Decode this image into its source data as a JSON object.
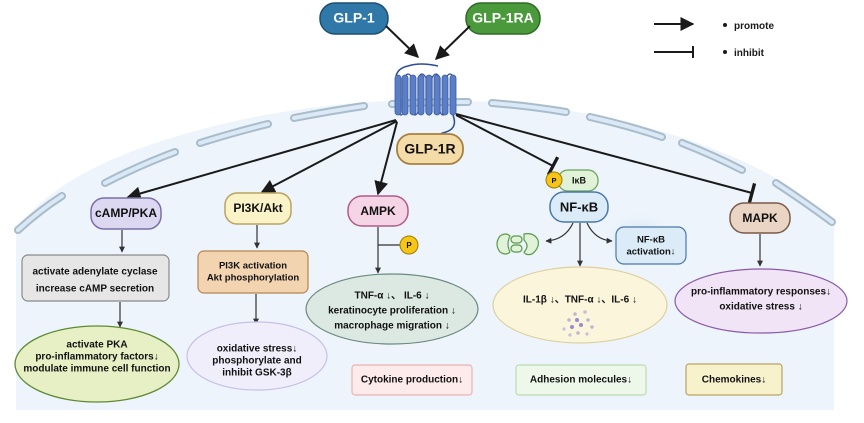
{
  "ligands": [
    {
      "id": "glp1",
      "label": "GLP-1",
      "fill": "#2f78a8",
      "stroke": "#1e4f70"
    },
    {
      "id": "glp1ra",
      "label": "GLP-1RA",
      "fill": "#4a9a3c",
      "stroke": "#2e6a25"
    }
  ],
  "receptor": {
    "label": "GLP-1R",
    "fill": "#f3dca8",
    "stroke": "#a8803c",
    "helix_color": "#5b7fc7"
  },
  "legend": {
    "items": [
      {
        "type": "promote",
        "label": "promote"
      },
      {
        "type": "inhibit",
        "label": "inhibit"
      }
    ]
  },
  "pathways": [
    {
      "id": "camp",
      "label": "cAMP/PKA",
      "relation": "promote",
      "fill": "#ddd8f2",
      "stroke": "#7b6ea8",
      "step": {
        "lines": [
          "activate adenylate cyclase",
          "increase cAMP secretion"
        ],
        "fill": "#e6e6e6",
        "stroke": "#8a8a8a"
      },
      "outcome": {
        "lines": [
          "activate PKA",
          "pro-inflammatory factors↓",
          "modulate immune cell function"
        ],
        "fill": "#e6f0c4",
        "stroke": "#5f8a34"
      }
    },
    {
      "id": "pi3k",
      "label": "PI3K/Akt",
      "relation": "promote",
      "fill": "#faf3c8",
      "stroke": "#b8a460",
      "step": {
        "lines": [
          "PI3K activation",
          "Akt phosphorylation"
        ],
        "fill": "#f3d4b0",
        "stroke": "#b58450"
      },
      "outcome": {
        "lines": [
          "oxidative stress↓",
          "phosphorylate and",
          "inhibit GSK-3β"
        ],
        "fill": "#f1eefb",
        "stroke": "#c6c0e6"
      }
    },
    {
      "id": "ampk",
      "label": "AMPK",
      "relation": "promote",
      "fill": "#f5d4e6",
      "stroke": "#b05a8a",
      "phospho": "P",
      "outcome": {
        "lines": [
          "TNF-α ↓、 IL-6 ↓",
          "keratinocyte proliferation ↓",
          "macrophage migration ↓"
        ],
        "fill": "#dce8e2",
        "stroke": "#6a8a7c"
      },
      "result": {
        "label": "Cytokine production↓",
        "fill": "#fdeaea",
        "stroke": "#e8b4b4"
      }
    },
    {
      "id": "nfkb",
      "label": "NF-κB",
      "relation": "inhibit",
      "fill": "#dcebf8",
      "stroke": "#4a78a8",
      "inhibitor": {
        "label": "IκB",
        "phospho": "P",
        "fill": "#e0f2d8",
        "stroke": "#6aa05a"
      },
      "side_box": {
        "lines": [
          "NF-κB",
          "activation↓"
        ],
        "fill": "#dcebf8",
        "stroke": "#4a78a8"
      },
      "outcome": {
        "lines": [
          "IL-1β ↓、TNF-α ↓、IL-6 ↓"
        ],
        "fill": "#fbf5dc",
        "stroke": "#ddd1a0"
      },
      "result": {
        "label": "Adhesion molecules↓",
        "fill": "#eef8ea",
        "stroke": "#bcdcb0"
      }
    },
    {
      "id": "mapk",
      "label": "MAPK",
      "relation": "inhibit",
      "fill": "#ead4c4",
      "stroke": "#7a5a48",
      "outcome": {
        "lines": [
          "pro-inflammatory responses↓",
          "oxidative stress ↓"
        ],
        "fill": "#f1e4f6",
        "stroke": "#8a5aa8"
      },
      "result": {
        "label": "Chemokines↓",
        "fill": "#f8f2cc",
        "stroke": "#b8a460"
      }
    }
  ],
  "colors": {
    "cell_fill": "#edf4fc",
    "membrane_fill": "#dbe9f6",
    "membrane_stroke": "#a9bccb",
    "arrow": "#1a1a1a",
    "phospho_fill": "#f5c518",
    "phospho_stroke": "#a07a00",
    "granule": "#9a8ad0",
    "organelle_fill": "#e0f2d8",
    "organelle_stroke": "#5a9a4a"
  }
}
